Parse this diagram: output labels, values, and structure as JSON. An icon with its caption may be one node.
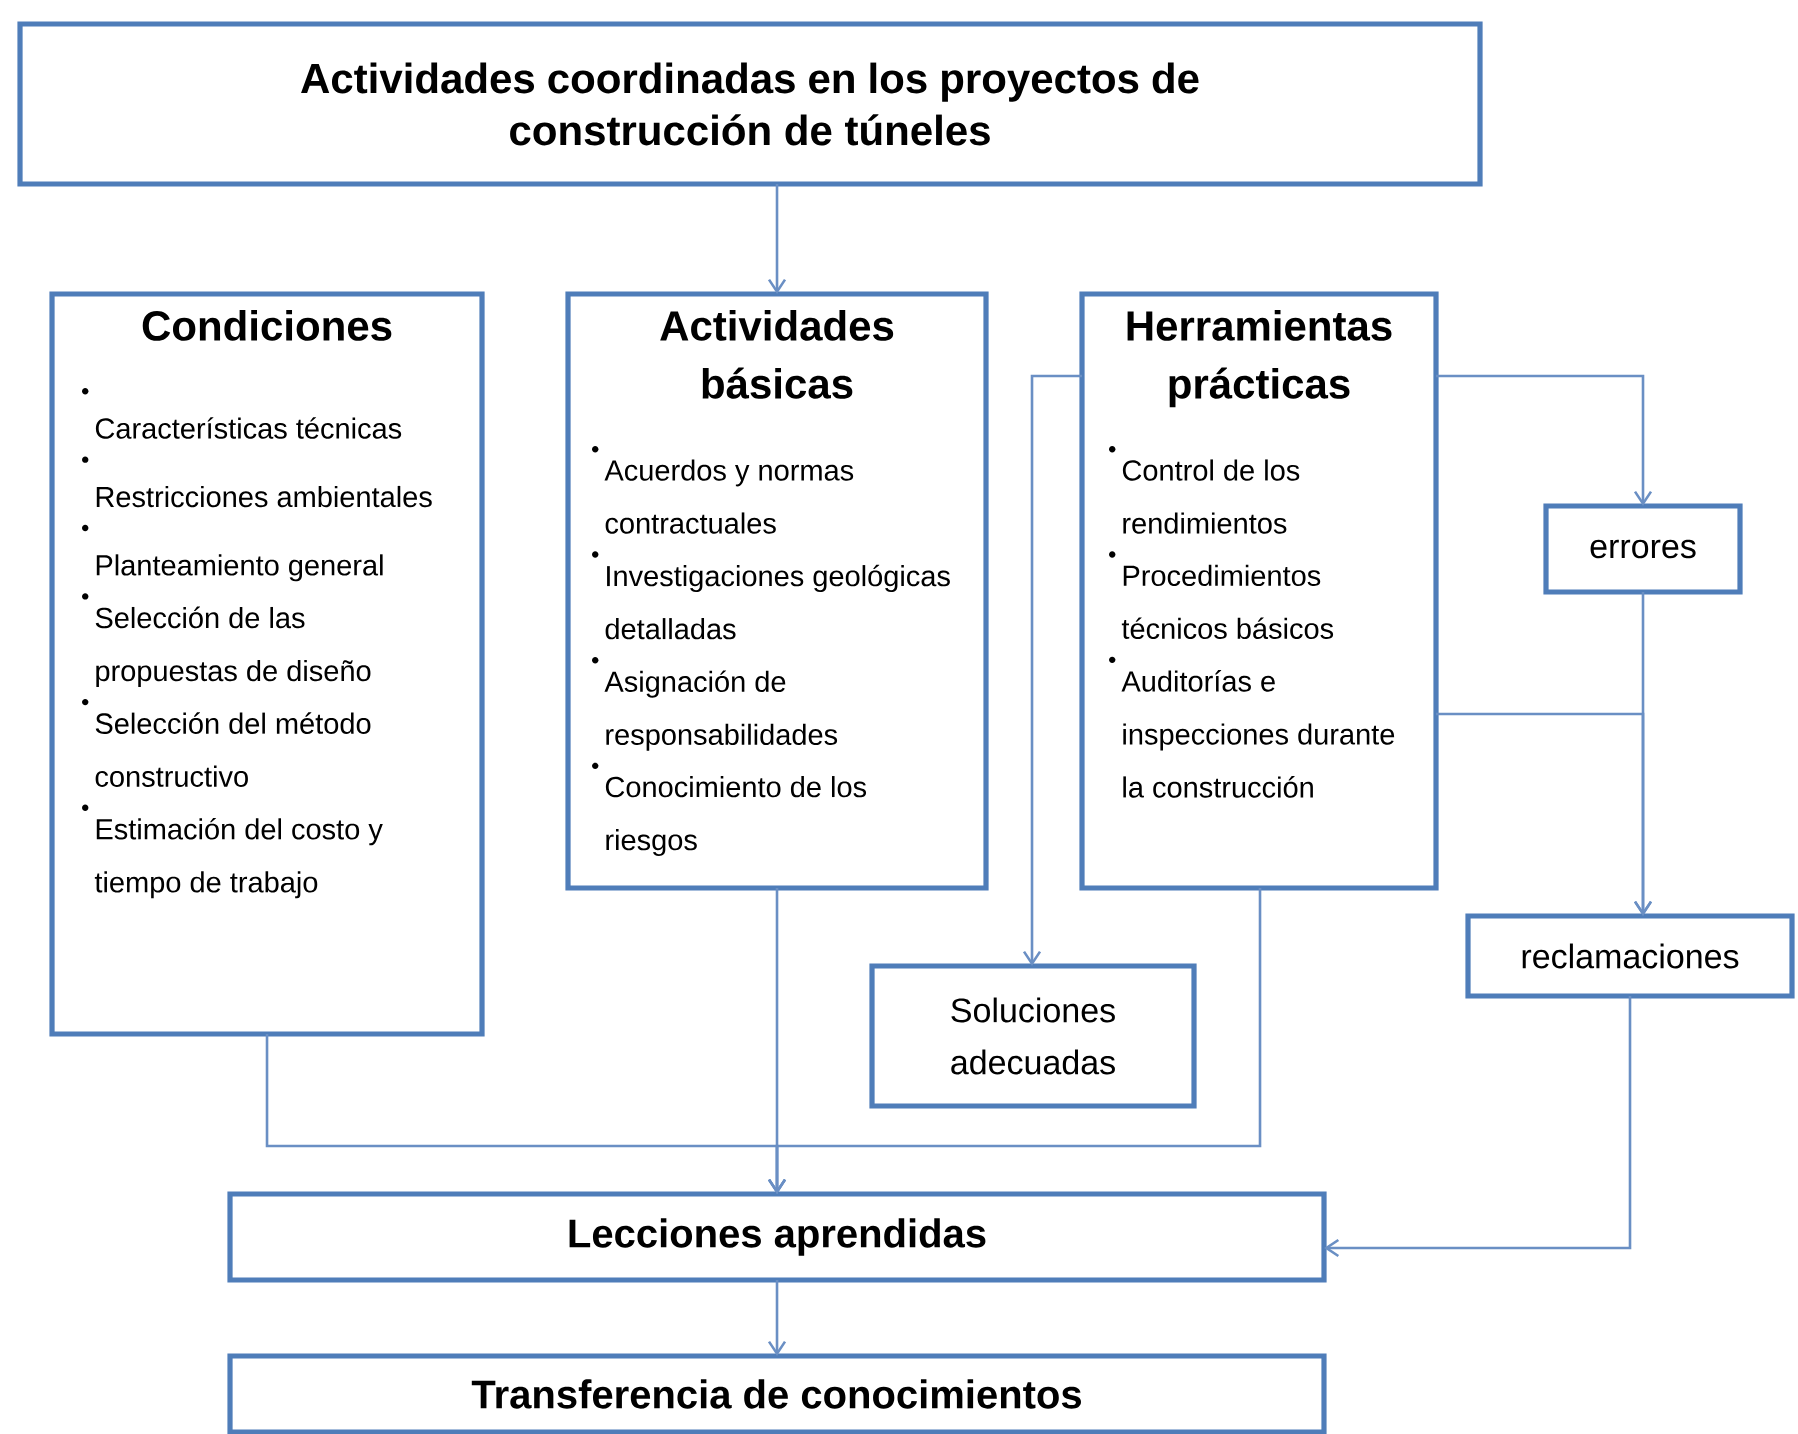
{
  "diagram": {
    "nodes": [
      {
        "text": [
          "Actividades coordinadas en los proyectos de construcción de túneles"
        ]
      },
      {
        "text": [
          "Condiciones",
          "Características técnicas",
          "Restricciones ambientales",
          "Planteamiento general",
          "Selección de las propuestas de diseño",
          "Selección del método constructivo",
          "Estimación del costo y tiempo de trabajo"
        ]
      },
      {
        "text": [
          "Actividades básicas",
          "Acuerdos y normas contractuales",
          "Investigaciones geológicas detalladas",
          "Asignación de responsabilidades",
          "Conocimiento de los riesgos"
        ]
      },
      {
        "text": [
          "Herramientas prácticas",
          "Control de los rendimientos",
          "Procedimientos técnicos básicos",
          "Auditorías e inspecciones durante la construcción"
        ]
      },
      {
        "text": [
          "errores"
        ]
      },
      {
        "text": [
          "Soluciones adecuadas"
        ]
      },
      {
        "text": [
          "reclamaciones"
        ]
      },
      {
        "text": [
          "Lecciones aprendidas"
        ]
      },
      {
        "text": [
          "Transferencia de conocimientos"
        ]
      }
    ],
    "edges": [
      {
        "from": 0,
        "to": 2,
        "arrow": "to"
      },
      {
        "from": 1,
        "to": 7,
        "arrow": "to"
      },
      {
        "from": 2,
        "to": 7,
        "arrow": "to"
      },
      {
        "from": 3,
        "to": 7,
        "arrow": "to"
      },
      {
        "from": 3,
        "to": 5,
        "arrow": "to"
      },
      {
        "from": 3,
        "to": 4,
        "arrow": "to"
      },
      {
        "from": 4,
        "to": 6,
        "arrow": "to"
      },
      {
        "from": 3,
        "to": 6,
        "arrow": "to"
      },
      {
        "from": 6,
        "to": 7,
        "arrow": "to"
      },
      {
        "from": 7,
        "to": 8,
        "arrow": "to"
      }
    ]
  }
}
